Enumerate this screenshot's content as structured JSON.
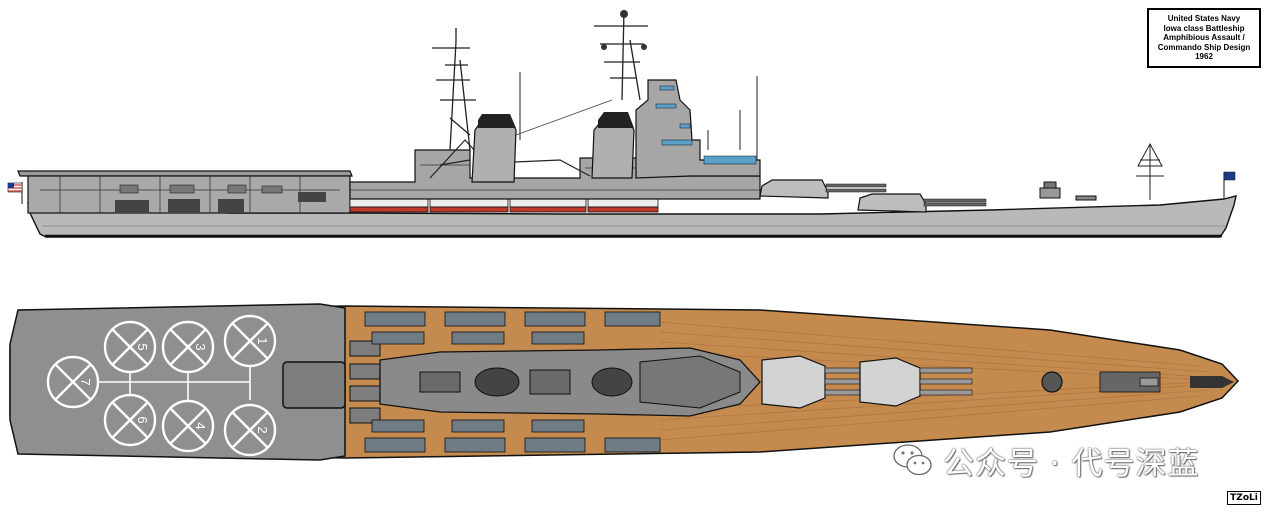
{
  "title_box": {
    "lines": [
      "United States Navy",
      "Iowa class Battleship",
      "Amphibious Assault /",
      "Commando Ship Design",
      "1962"
    ]
  },
  "helipad_numbers": [
    "1",
    "2",
    "3",
    "4",
    "5",
    "6",
    "7"
  ],
  "watermark": {
    "text": "公众号 · 代号深蓝"
  },
  "signature": {
    "text": "TZoLi"
  },
  "colors": {
    "hull_grey": "#b9b9b9",
    "dark_grey": "#5a5a5a",
    "flight_deck": "#8f8f8f",
    "wood_deck": "#c48a4e",
    "boat_red": "#c0392b",
    "window_blue": "#5aa0c8",
    "flag_blue": "#1f3a8a",
    "outline": "#111111"
  }
}
